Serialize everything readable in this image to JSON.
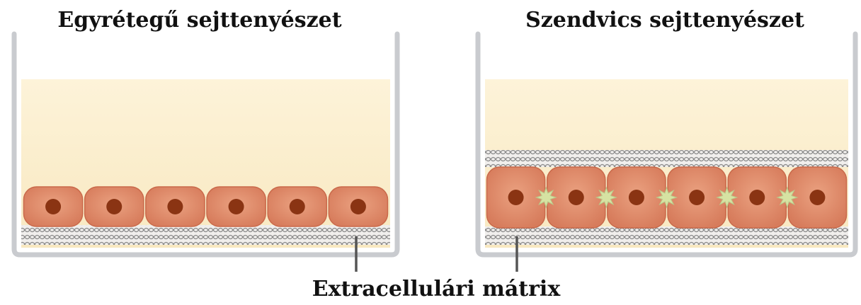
{
  "diagram": {
    "left_title": "Egyrétegű sejttenyészet",
    "right_title": "Szendvics sejttenyészet",
    "bottom_label": "Extracellulári mátrix"
  },
  "colors": {
    "well_wall": "#c9cbcf",
    "medium_top": "#fdf3d9",
    "medium_bottom": "#f8e8c0",
    "matrix_fill": "#f0eeec",
    "matrix_line": "#8a8a8a",
    "cell_fill": "#e08a68",
    "cell_edge": "#c9694a",
    "nucleus": "#8a3413",
    "junction": "#d6e2a2",
    "pointer": "#555555"
  },
  "cells": {
    "monolayer_count": 6,
    "sandwich_count": 6,
    "sandwich_junction_count": 5
  }
}
